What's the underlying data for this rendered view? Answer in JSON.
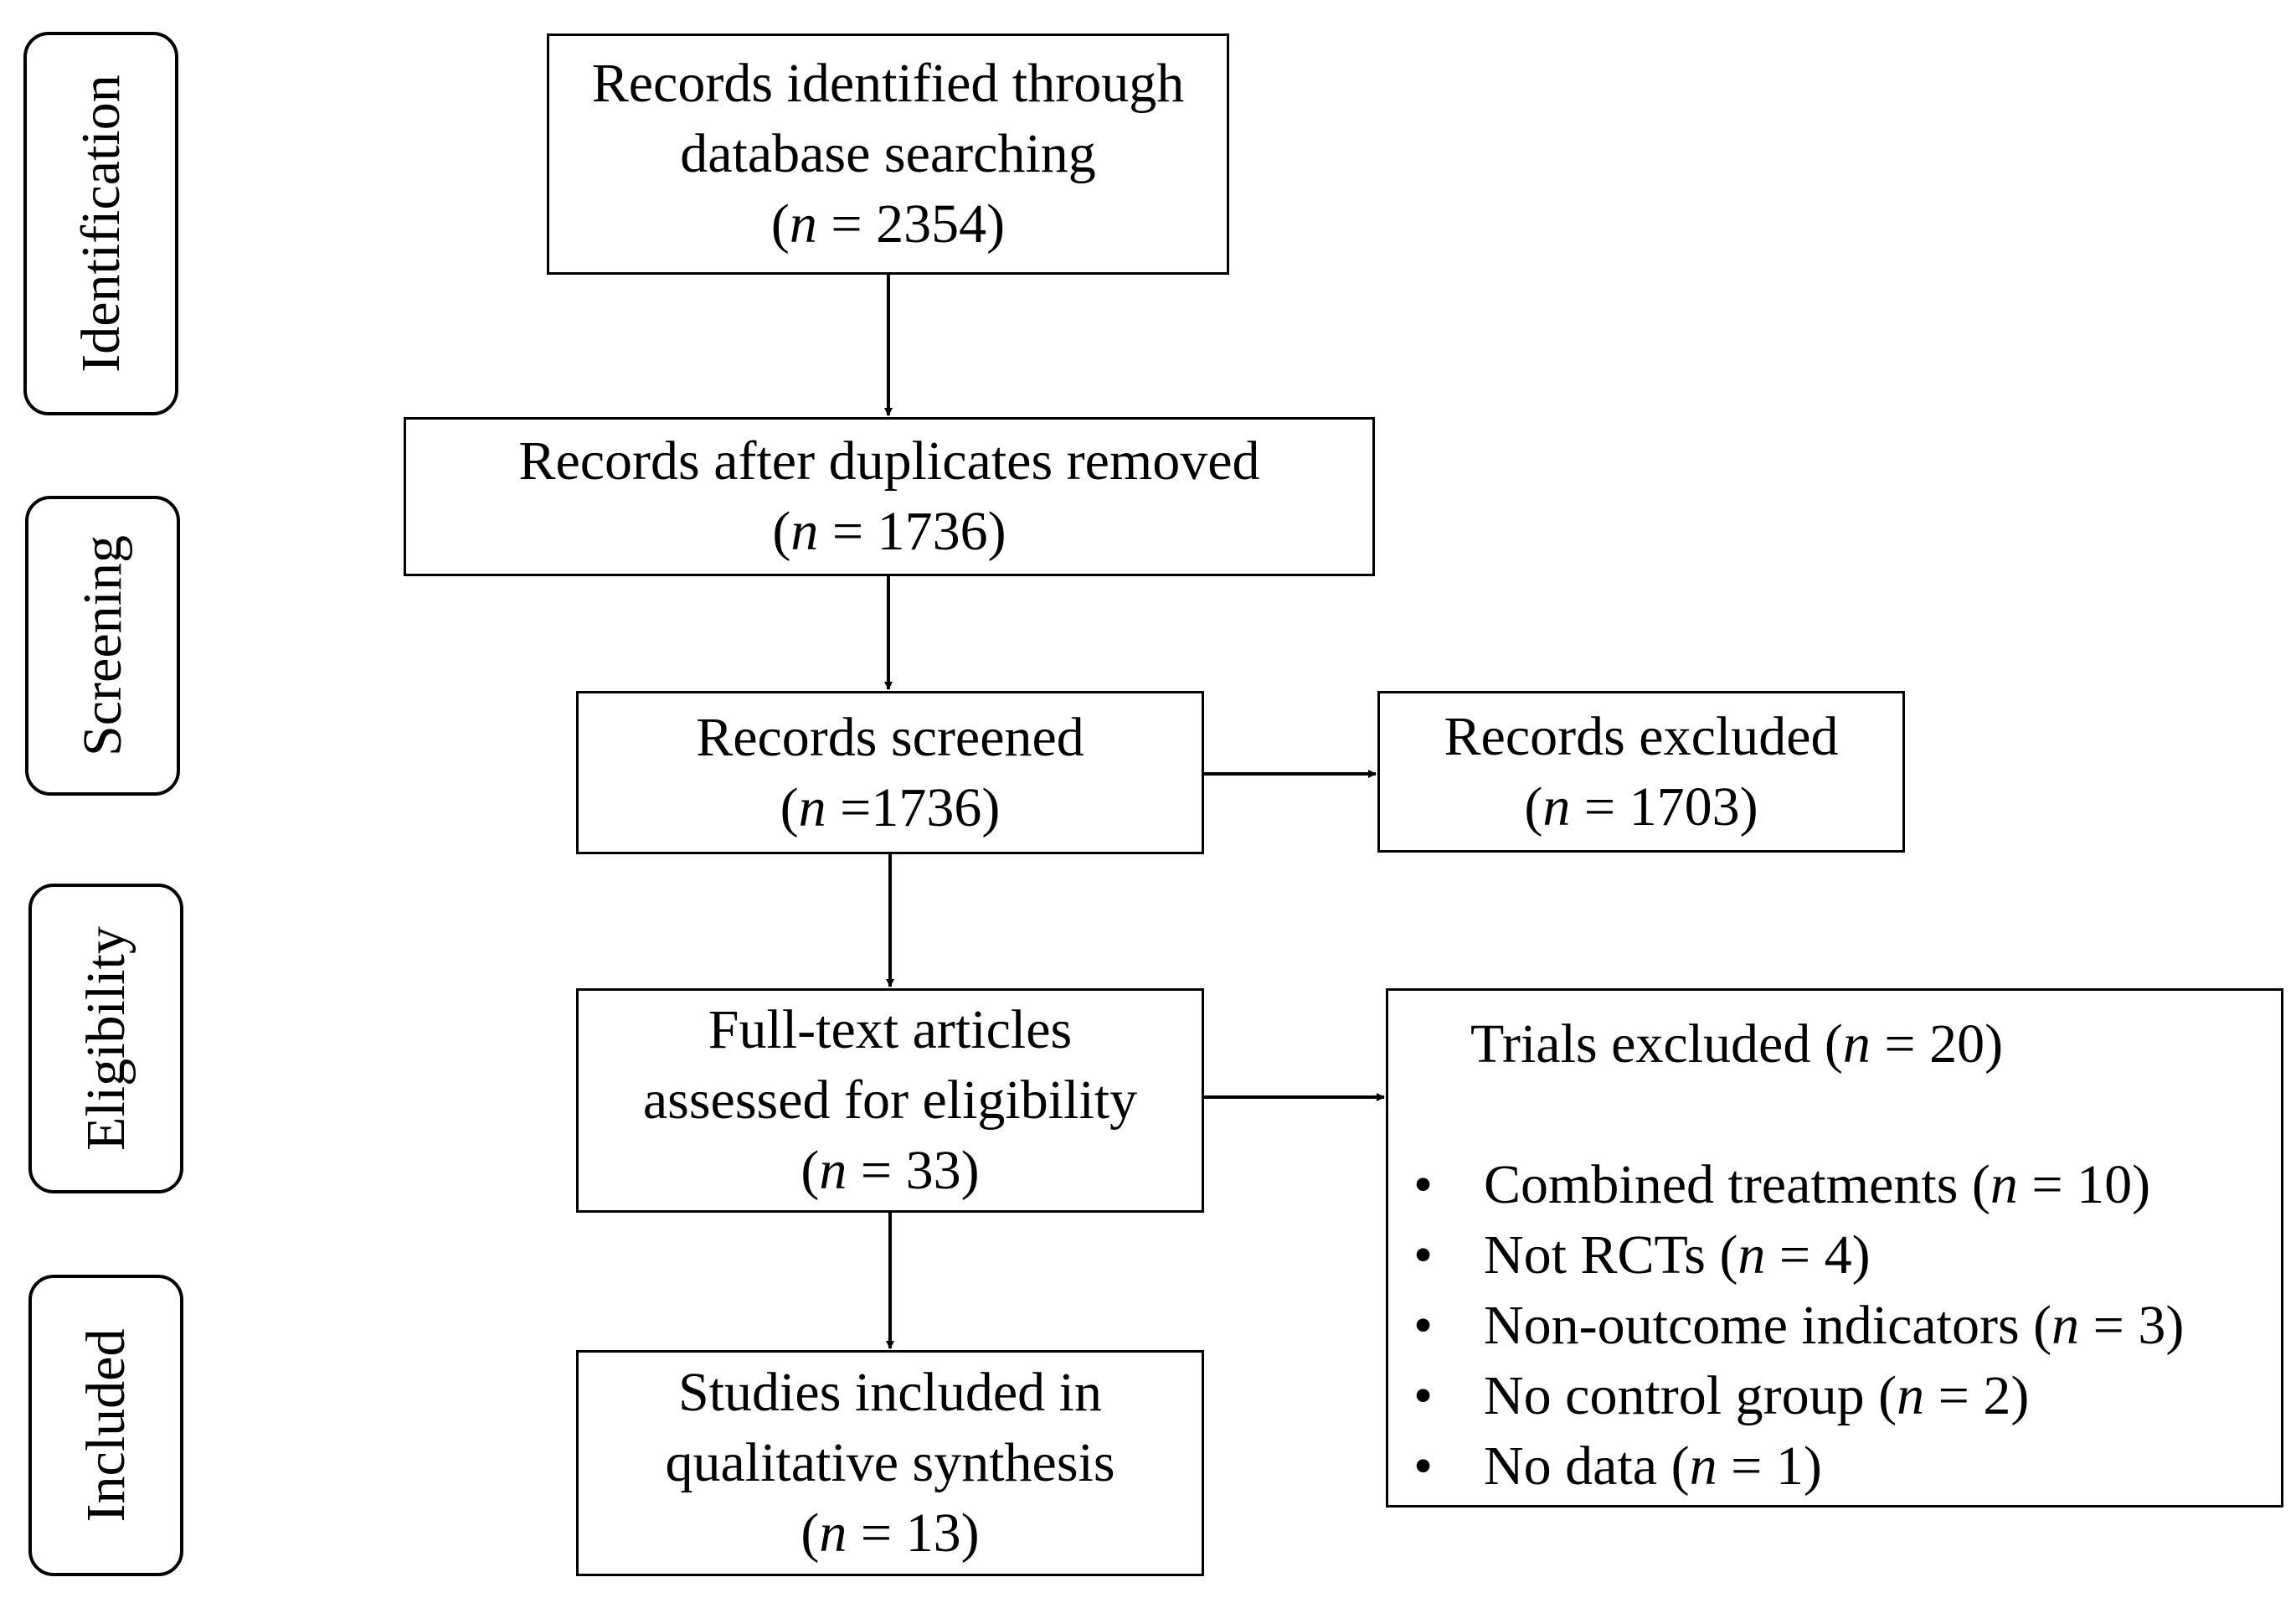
{
  "stages": {
    "identification": "Identification",
    "screening": "Screening",
    "eligibility": "Eligibility",
    "included": "Included"
  },
  "boxes": {
    "identified": {
      "lines": [
        "Records identified through",
        "database searching"
      ],
      "n": "2354"
    },
    "duplicates_removed": {
      "lines": [
        "Records after duplicates removed"
      ],
      "n": "1736"
    },
    "screened": {
      "lines": [
        "Records screened"
      ],
      "n": "1736"
    },
    "records_excluded": {
      "lines": [
        "Records excluded"
      ],
      "n": "1703"
    },
    "full_text": {
      "lines": [
        "Full-text articles",
        "assessed for eligibility"
      ],
      "n": "33"
    },
    "included": {
      "lines": [
        "Studies included in",
        "qualitative synthesis"
      ],
      "n": "13"
    }
  },
  "trials_excluded": {
    "title": "Trials excluded",
    "n": "20",
    "bullet": "•",
    "reasons": [
      {
        "label": "Combined treatments",
        "n": "10"
      },
      {
        "label": "Not RCTs",
        "n": "4"
      },
      {
        "label": "Non-outcome indicators",
        "n": "3"
      },
      {
        "label": "No control group",
        "n": "2"
      },
      {
        "label": "No data",
        "n": "1"
      }
    ]
  },
  "n_symbol": "n"
}
